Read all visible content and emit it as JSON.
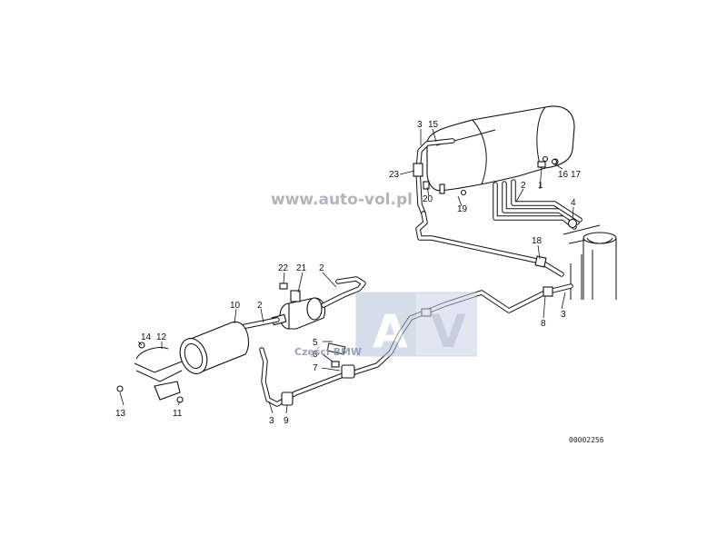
{
  "watermark": {
    "site": "www.auto-vol.pl",
    "logo_letters": [
      "A",
      "V"
    ],
    "logo_caption": "Części BMW"
  },
  "reference_code": "00002256",
  "callouts": [
    {
      "id": "c-3-top",
      "text": "3"
    },
    {
      "id": "c-15",
      "text": "15"
    },
    {
      "id": "c-23",
      "text": "23"
    },
    {
      "id": "c-20",
      "text": "20"
    },
    {
      "id": "c-19",
      "text": "19"
    },
    {
      "id": "c-2-tank",
      "text": "2"
    },
    {
      "id": "c-1",
      "text": "1"
    },
    {
      "id": "c-16",
      "text": "16"
    },
    {
      "id": "c-17",
      "text": "17"
    },
    {
      "id": "c-4",
      "text": "4"
    },
    {
      "id": "c-18",
      "text": "18"
    },
    {
      "id": "c-8",
      "text": "8"
    },
    {
      "id": "c-3-right",
      "text": "3"
    },
    {
      "id": "c-22",
      "text": "22"
    },
    {
      "id": "c-21",
      "text": "21"
    },
    {
      "id": "c-2-pump",
      "text": "2"
    },
    {
      "id": "c-10",
      "text": "10"
    },
    {
      "id": "c-2-mid",
      "text": "2"
    },
    {
      "id": "c-14",
      "text": "14"
    },
    {
      "id": "c-12",
      "text": "12"
    },
    {
      "id": "c-5",
      "text": "5"
    },
    {
      "id": "c-6",
      "text": "6"
    },
    {
      "id": "c-7",
      "text": "7"
    },
    {
      "id": "c-13",
      "text": "13"
    },
    {
      "id": "c-11",
      "text": "11"
    },
    {
      "id": "c-3-bottom",
      "text": "3"
    },
    {
      "id": "c-9",
      "text": "9"
    }
  ]
}
